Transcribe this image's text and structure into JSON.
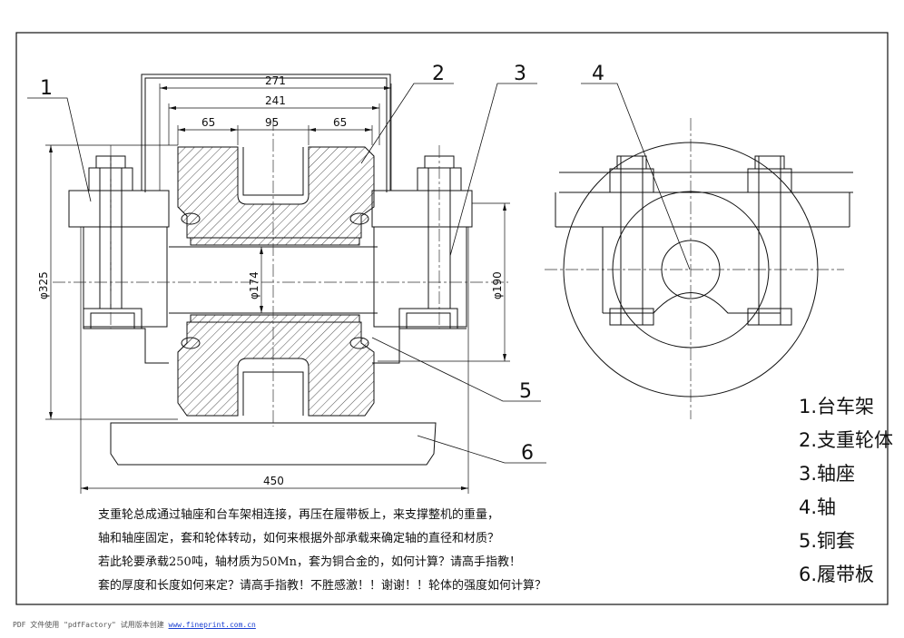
{
  "drawing": {
    "callouts": [
      "1",
      "2",
      "3",
      "4",
      "5",
      "6"
    ],
    "dimensions": {
      "d271": "271",
      "d241": "241",
      "d65a": "65",
      "d95": "95",
      "d65b": "65",
      "d450": "450",
      "phi325": "φ325",
      "phi174": "φ174",
      "phi190": "φ190"
    }
  },
  "legend": [
    "1.台车架",
    "2.支重轮体",
    "3.轴座",
    "4.轴",
    "5.铜套",
    "6.履带板"
  ],
  "notes": [
    "支重轮总成通过轴座和台车架相连接，再压在履带板上，来支撑整机的重量，",
    "轴和轴座固定，套和轮体转动，如何来根据外部承载来确定轴的直径和材质？",
    "若此轮要承载250吨，轴材质为50Mn，套为铜合金的，如何计算？请高手指教！",
    "套的厚度和长度如何来定？请高手指教！不胜感激！！谢谢！！轮体的强度如何计算？"
  ],
  "footer": {
    "prefix": "PDF 文件使用 \"pdfFactory\" 试用版本创建",
    "link": "www.fineprint.com.cn"
  }
}
